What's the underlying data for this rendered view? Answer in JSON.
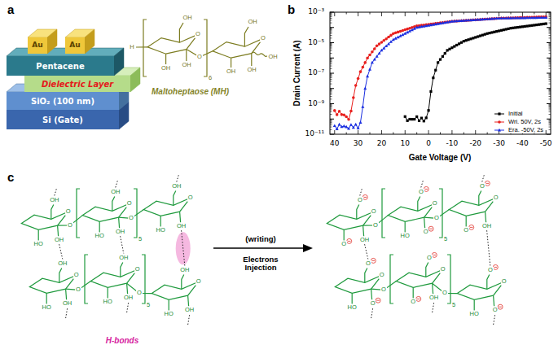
{
  "diagram": {
    "nodes": [
      {
        "text": [
          "Au"
        ]
      },
      {
        "text": [
          "Au"
        ]
      },
      {
        "text": [
          "Pentacene"
        ]
      },
      {
        "text": [
          "Dielectric Layer"
        ]
      },
      {
        "text": [
          "SiO₂ (100 nm)"
        ]
      },
      {
        "text": [
          "Si (Gate)"
        ]
      }
    ],
    "labels": [
      "a",
      "b",
      "c",
      "H",
      "OH",
      "O",
      "OH",
      "OH",
      "O",
      "6",
      "OH",
      "O",
      "OH",
      "OH",
      "OH",
      "Maltoheptaose (MH)",
      "Drain Current (A)",
      "Gate Voltage (V)",
      "10⁻³",
      "10⁻⁵",
      "10⁻⁷",
      "10⁻⁹",
      "10⁻¹¹",
      "40",
      "30",
      "20",
      "10",
      "0",
      "-10",
      "-20",
      "-30",
      "-40",
      "-50",
      "(writing)",
      "Electrons Injection",
      "H-bonds",
      "O",
      "OH",
      "HO",
      "OH",
      "O",
      "OH",
      "HO",
      "OH",
      "O",
      "OH",
      "HO",
      "OH",
      "O",
      "OH",
      "HO",
      "OH",
      "O",
      "OH",
      "HO",
      "OH",
      "O",
      "OH",
      "HO",
      "OH",
      "O",
      "O",
      "O",
      "O",
      "5",
      "5",
      "O",
      "O",
      "O",
      "OH",
      "O",
      "O",
      "HO",
      "O",
      "O",
      "O",
      "O",
      "OH",
      "O",
      "O",
      "HO",
      "O",
      "O",
      "O",
      "O",
      "OH",
      "O",
      "O",
      "HO",
      "O",
      "O",
      "O",
      "O",
      "O",
      "5",
      "5"
    ],
    "legend": [
      {
        "text": "Initial"
      },
      {
        "text": "Wri. 50V, 2s"
      },
      {
        "text": "Era. -50V, 2s"
      }
    ]
  }
}
